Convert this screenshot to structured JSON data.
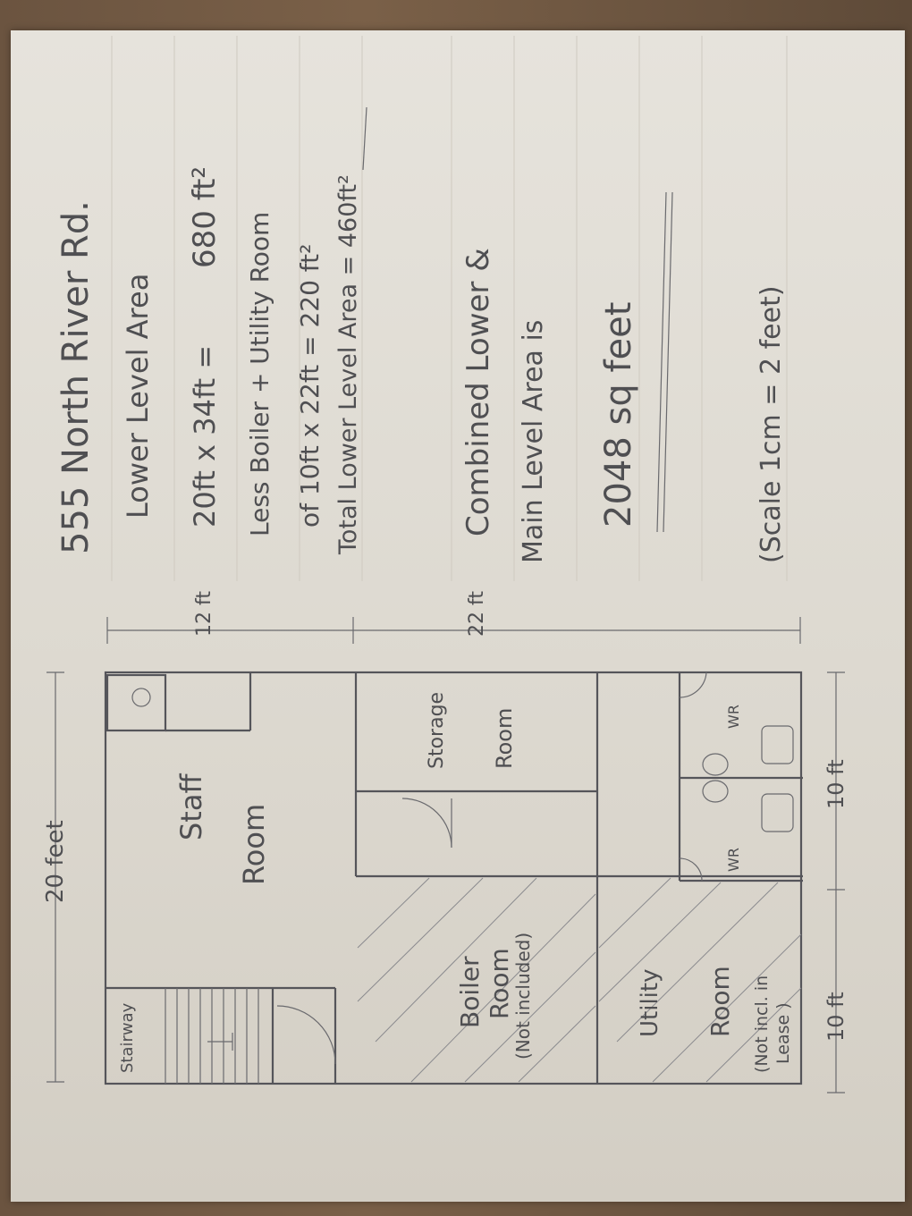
{
  "notes": {
    "address": "555 North River Rd.",
    "lower_level_heading": "Lower Level Area",
    "dims_line": "20ft x 34ft =",
    "dims_area": "680 ft²",
    "less_line": "Less Boiler + Utility Room",
    "of_line": "of 10ft x 22ft = 220 ft²",
    "total_line": "Total Lower Level Area = 460ft²",
    "combined_line": "Combined Lower &",
    "main_line": "Main Level Area is",
    "total_sq": "2048 sq feet",
    "scale": "(Scale 1cm = 2 feet)"
  },
  "plan": {
    "width_dim": "20 feet",
    "dim_12": "12 ft",
    "dim_22": "22 ft",
    "dim_10_left": "10 ft",
    "dim_10_right": "10 ft",
    "rooms": {
      "stairway": "Stairway",
      "staff_1": "Staff",
      "staff_2": "Room",
      "storage_1": "Storage",
      "storage_2": "Room",
      "boiler_1": "Boiler",
      "boiler_2": "Room",
      "boiler_3": "(Not included)",
      "utility_1": "Utility",
      "utility_2": "Room",
      "utility_3": "(Not incl. in",
      "utility_4": "Lease )",
      "wr_1": "WR",
      "wr_2": "WR"
    }
  }
}
